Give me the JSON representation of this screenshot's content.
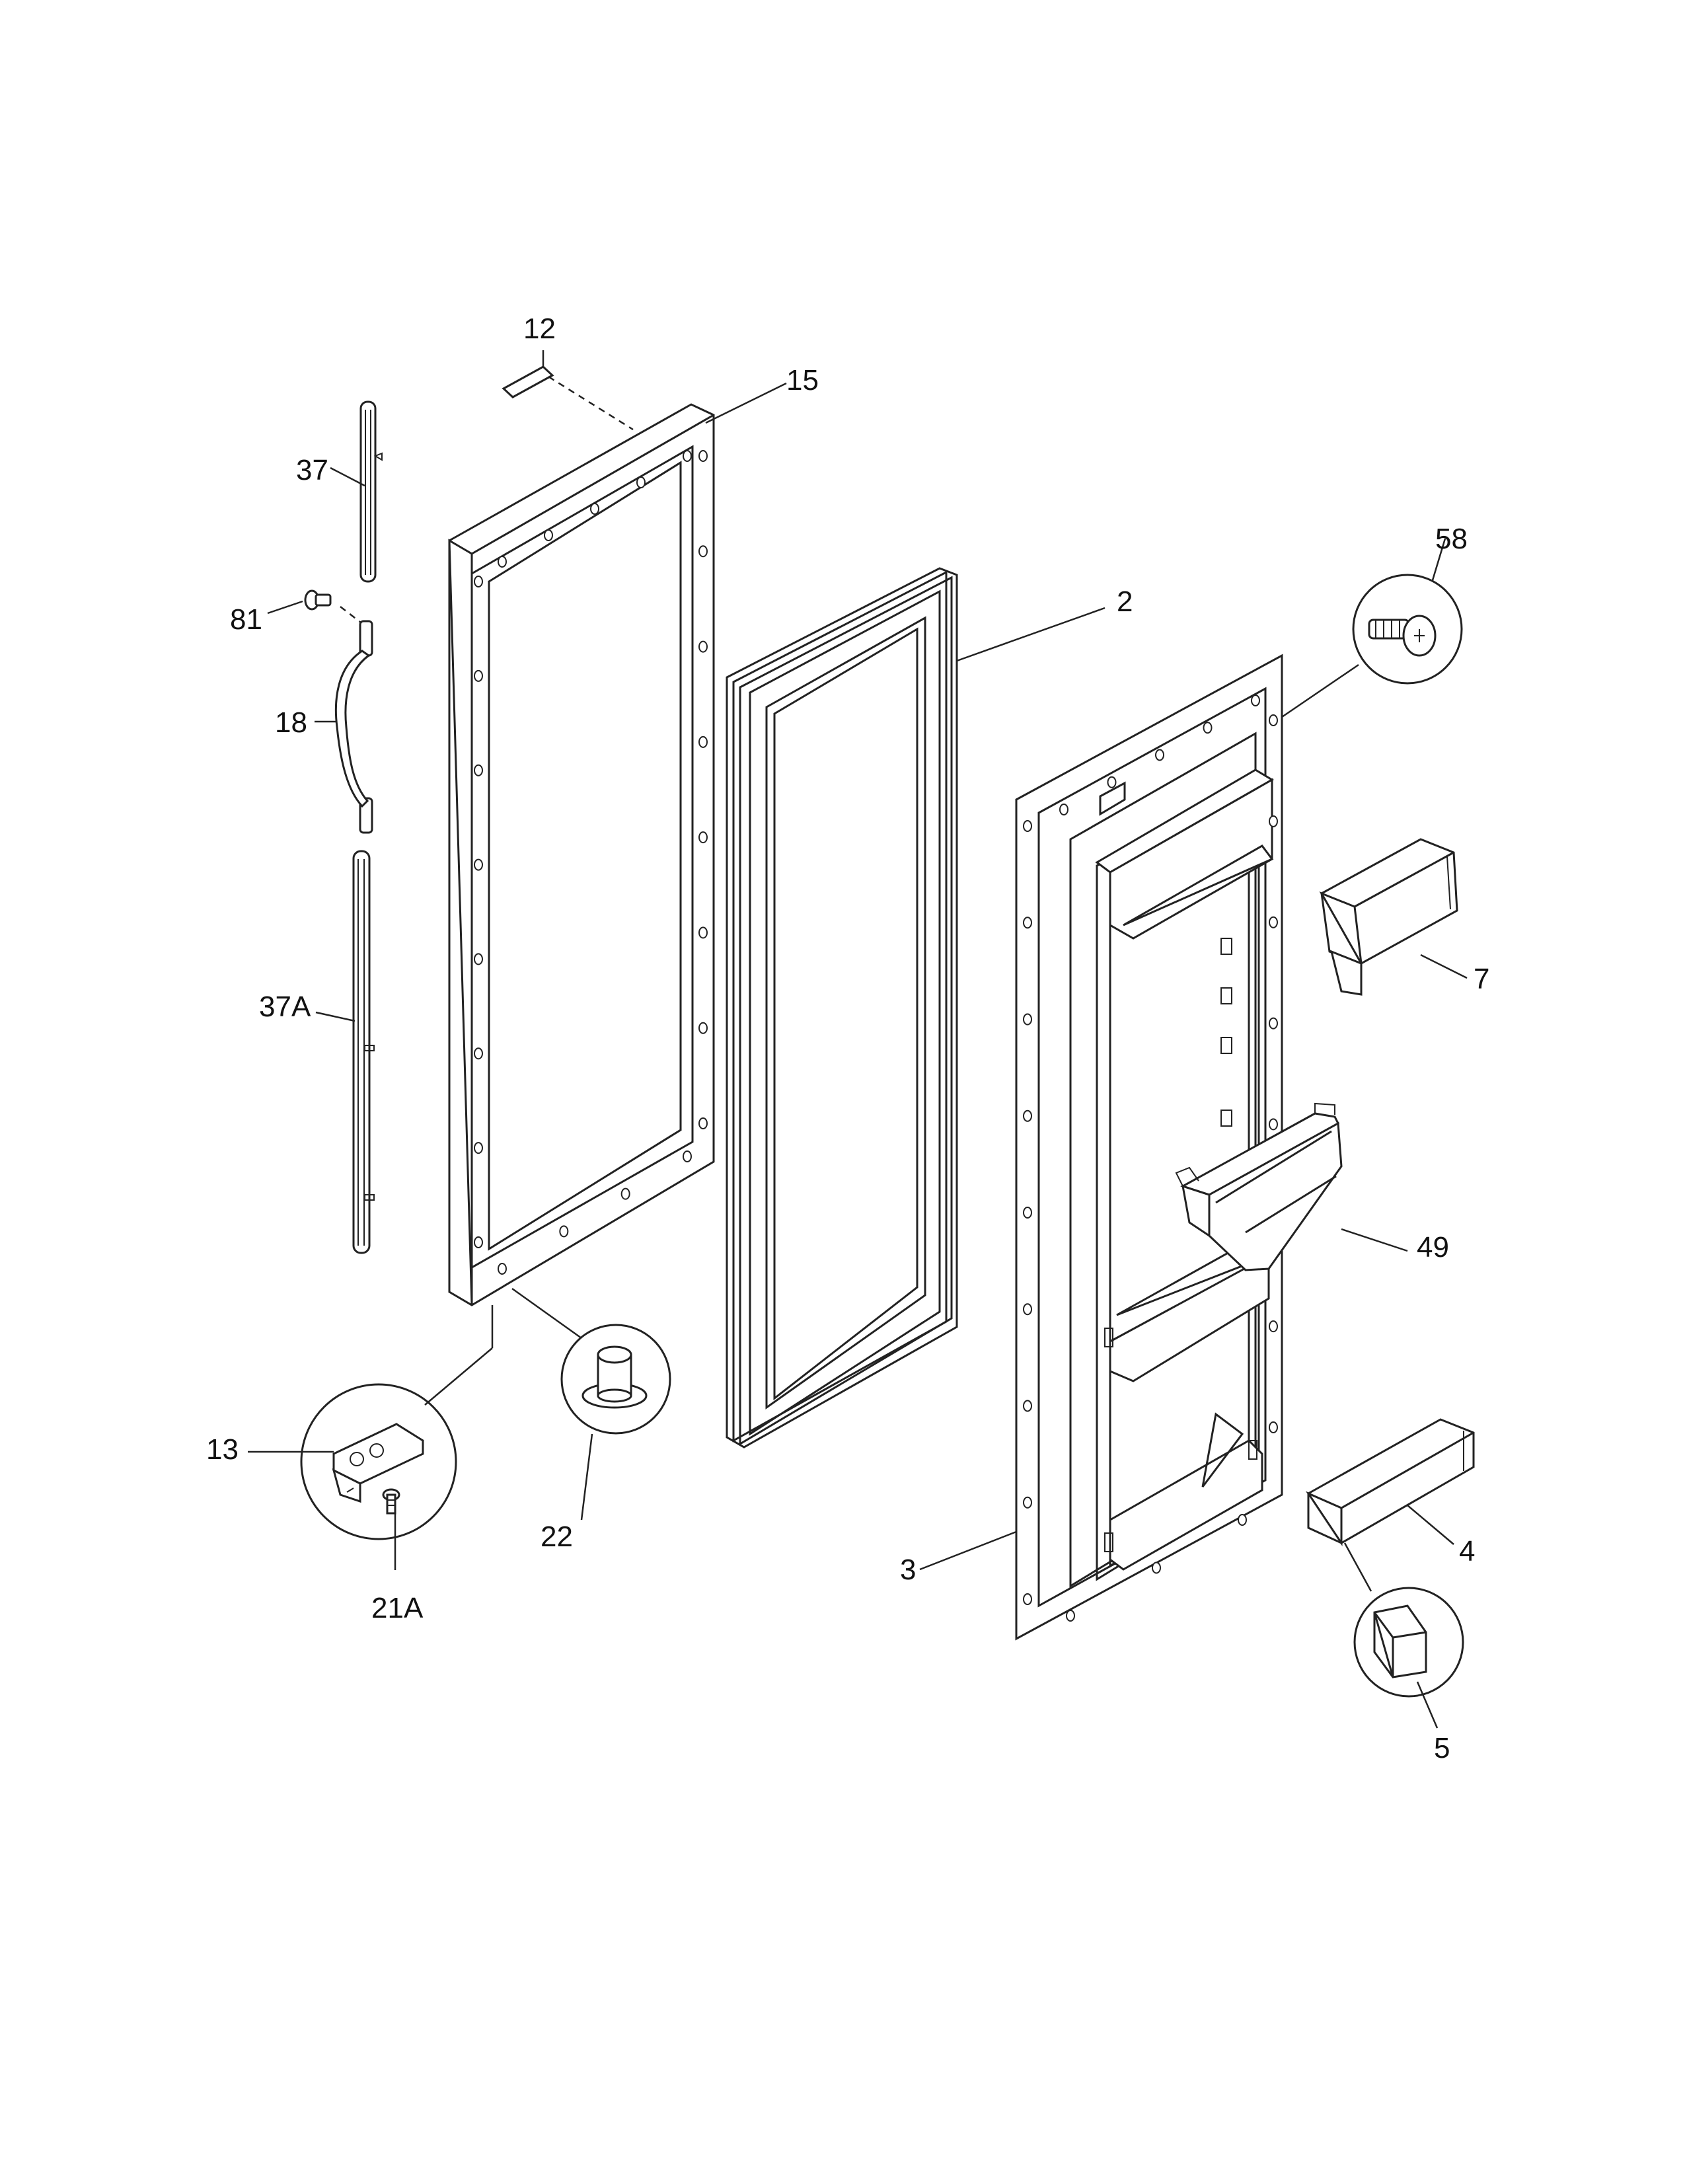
{
  "diagram": {
    "callouts": [
      "12",
      "15",
      "37",
      "81",
      "18",
      "37A",
      "2",
      "58",
      "7",
      "49",
      "13",
      "22",
      "21A",
      "3",
      "4",
      "5"
    ]
  }
}
